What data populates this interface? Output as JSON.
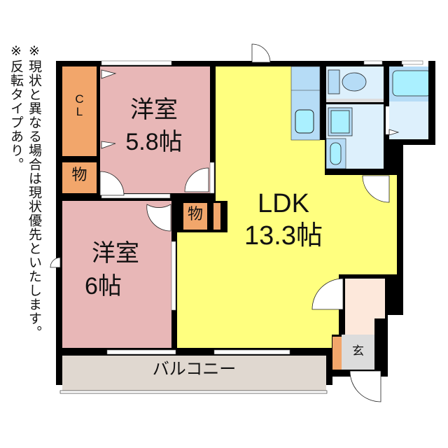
{
  "notes": {
    "note1": "※現状と異なる場合は現状優先といたします。",
    "note2": "※反転タイプあり。"
  },
  "rooms": {
    "western_room_1": {
      "name": "洋室",
      "size": "5.8帖"
    },
    "western_room_2": {
      "name": "洋室",
      "size": "6帖"
    },
    "ldk": {
      "name": "LDK",
      "size": "13.3帖"
    },
    "closet": "C\nL",
    "storage_1": "物",
    "storage_2": "物",
    "entrance": "玄",
    "balcony": "バルコニー"
  },
  "colors": {
    "wall": "#000000",
    "western_room": "#e8b7b7",
    "ldk": "#ffff7f",
    "storage": "#f2a66b",
    "wet_area": "#ddf0fc",
    "wet_fixture": "#aaf0ff",
    "kitchen": "#b6dcf6",
    "hall": "#fde8db",
    "entrance": "#dcdcdc",
    "balcony": "#e0d8d0"
  }
}
